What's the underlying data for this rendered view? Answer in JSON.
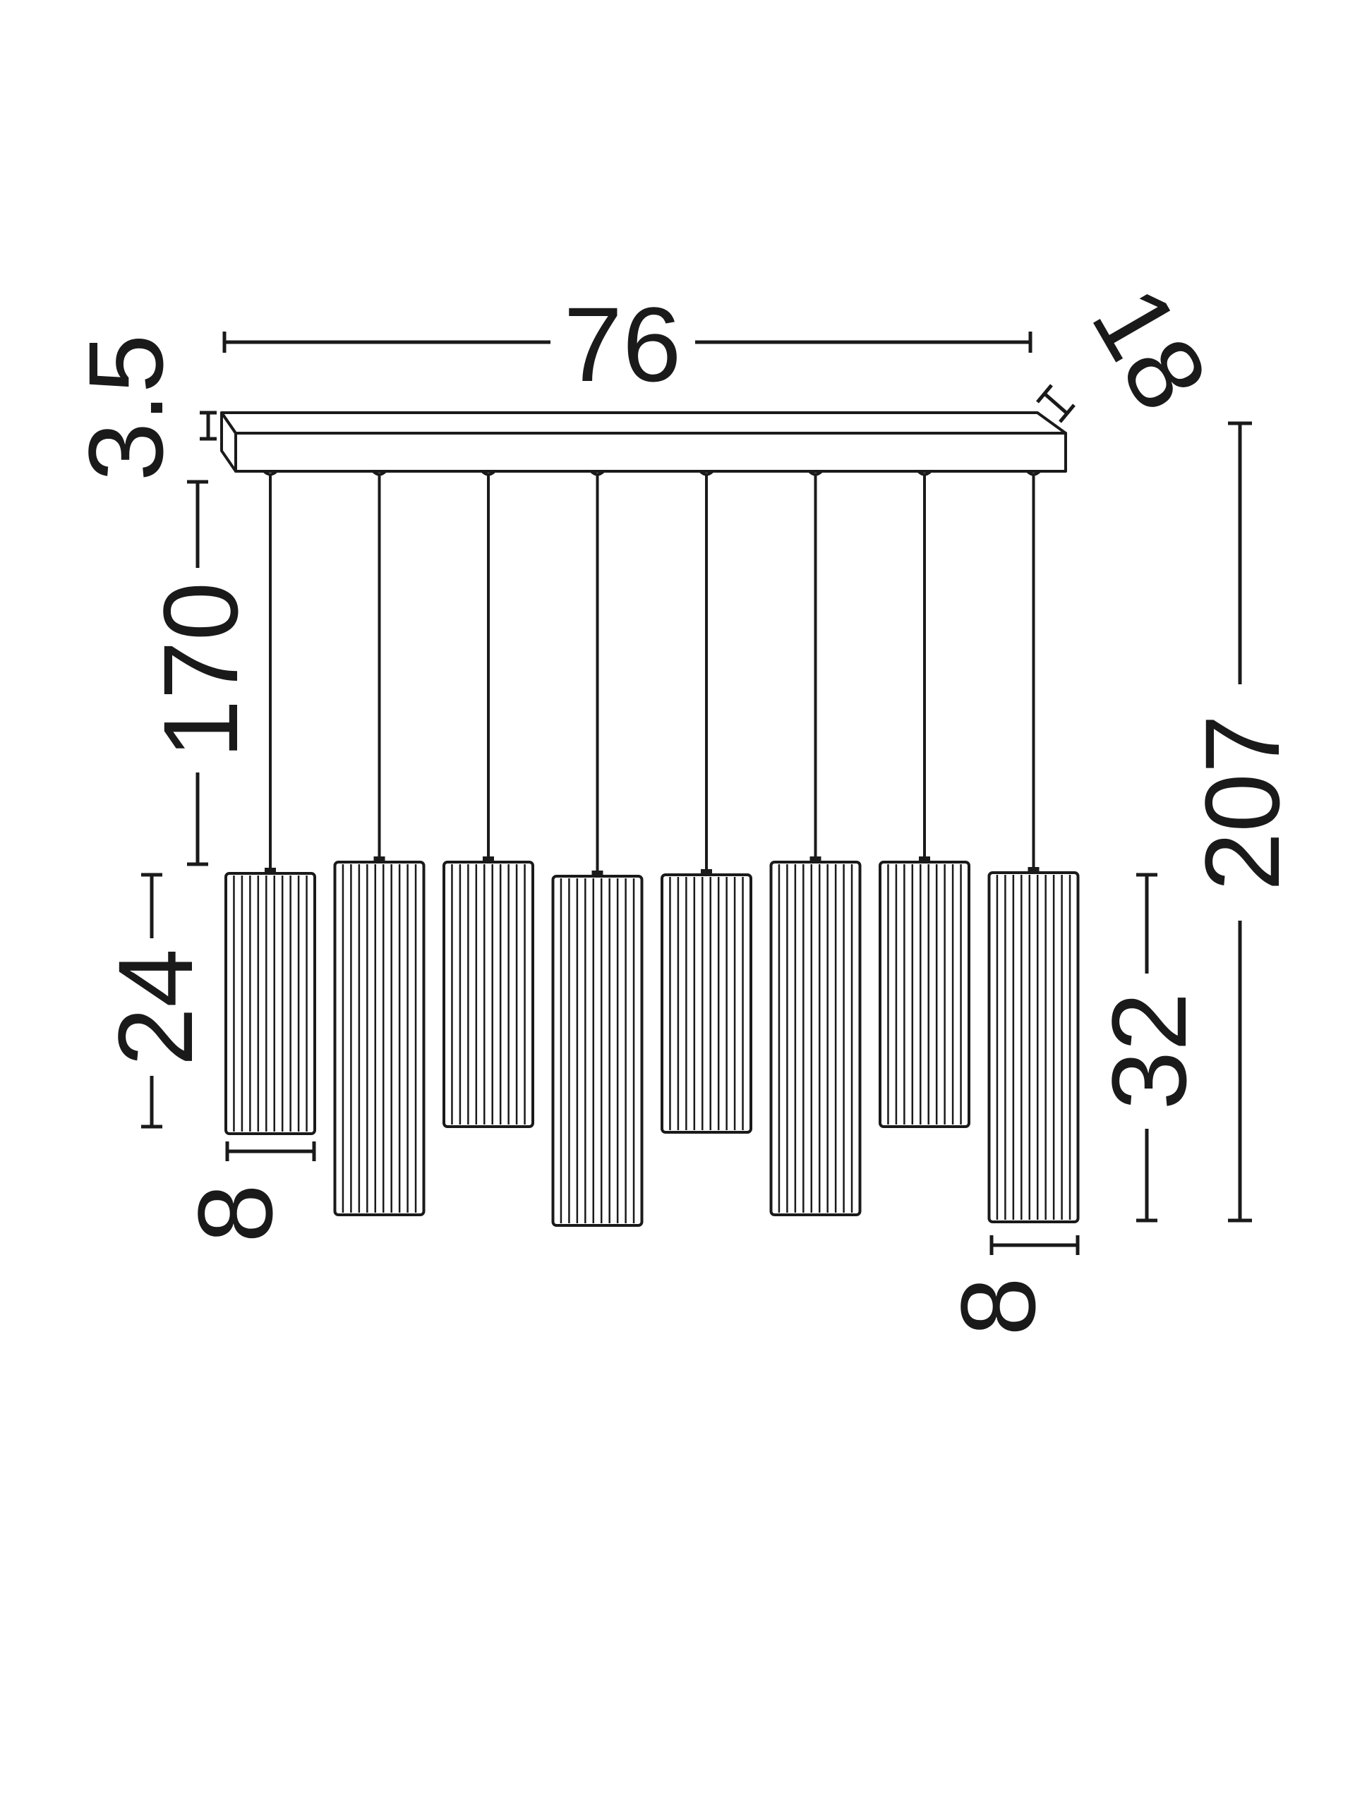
{
  "diagram": {
    "dimensions": {
      "bar_length": "76",
      "bar_depth": "18",
      "bar_height": "3.5",
      "suspension_length": "170",
      "total_height": "207",
      "short_shade_height": "24",
      "long_shade_height": "32",
      "shade_diameter_left": "8",
      "shade_diameter_right": "8"
    },
    "shades": [
      {
        "type": "short"
      },
      {
        "type": "long"
      },
      {
        "type": "short"
      },
      {
        "type": "long"
      },
      {
        "type": "short"
      },
      {
        "type": "long"
      },
      {
        "type": "short"
      },
      {
        "type": "long"
      }
    ],
    "colors": {
      "line": "#1a1a1a",
      "background": "#ffffff"
    }
  }
}
